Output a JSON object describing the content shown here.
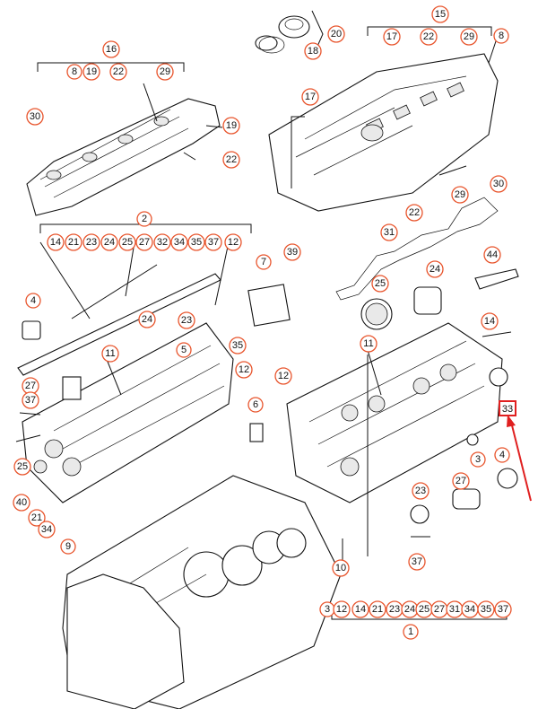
{
  "diagram": {
    "callouts": [
      {
        "id": "20"
      },
      {
        "id": "18"
      },
      {
        "id": "15"
      },
      {
        "id": "17"
      },
      {
        "id": "22"
      },
      {
        "id": "29"
      },
      {
        "id": "8"
      },
      {
        "id": "16"
      },
      {
        "id": "8"
      },
      {
        "id": "19"
      },
      {
        "id": "22"
      },
      {
        "id": "29"
      },
      {
        "id": "30"
      },
      {
        "id": "19"
      },
      {
        "id": "22"
      },
      {
        "id": "17"
      },
      {
        "id": "29"
      },
      {
        "id": "30"
      },
      {
        "id": "22"
      },
      {
        "id": "2"
      },
      {
        "id": "14"
      },
      {
        "id": "21"
      },
      {
        "id": "23"
      },
      {
        "id": "24"
      },
      {
        "id": "25"
      },
      {
        "id": "27"
      },
      {
        "id": "32"
      },
      {
        "id": "34"
      },
      {
        "id": "35"
      },
      {
        "id": "37"
      },
      {
        "id": "12"
      },
      {
        "id": "39"
      },
      {
        "id": "7"
      },
      {
        "id": "31"
      },
      {
        "id": "44"
      },
      {
        "id": "25"
      },
      {
        "id": "24"
      },
      {
        "id": "4"
      },
      {
        "id": "24"
      },
      {
        "id": "23"
      },
      {
        "id": "5"
      },
      {
        "id": "11"
      },
      {
        "id": "35"
      },
      {
        "id": "27"
      },
      {
        "id": "37"
      },
      {
        "id": "12"
      },
      {
        "id": "12"
      },
      {
        "id": "6"
      },
      {
        "id": "11"
      },
      {
        "id": "14"
      },
      {
        "id": "25"
      },
      {
        "id": "40"
      },
      {
        "id": "21"
      },
      {
        "id": "34"
      },
      {
        "id": "9"
      },
      {
        "id": "33"
      },
      {
        "id": "3"
      },
      {
        "id": "4"
      },
      {
        "id": "27"
      },
      {
        "id": "23"
      },
      {
        "id": "37"
      },
      {
        "id": "10"
      },
      {
        "id": "3"
      },
      {
        "id": "12"
      },
      {
        "id": "14"
      },
      {
        "id": "21"
      },
      {
        "id": "23"
      },
      {
        "id": "24"
      },
      {
        "id": "25"
      },
      {
        "id": "27"
      },
      {
        "id": "31"
      },
      {
        "id": "34"
      },
      {
        "id": "35"
      },
      {
        "id": "37"
      },
      {
        "id": "1"
      }
    ],
    "highlight": {
      "label": "33",
      "color": "#e02020"
    },
    "accent_color": "#e8552d"
  }
}
